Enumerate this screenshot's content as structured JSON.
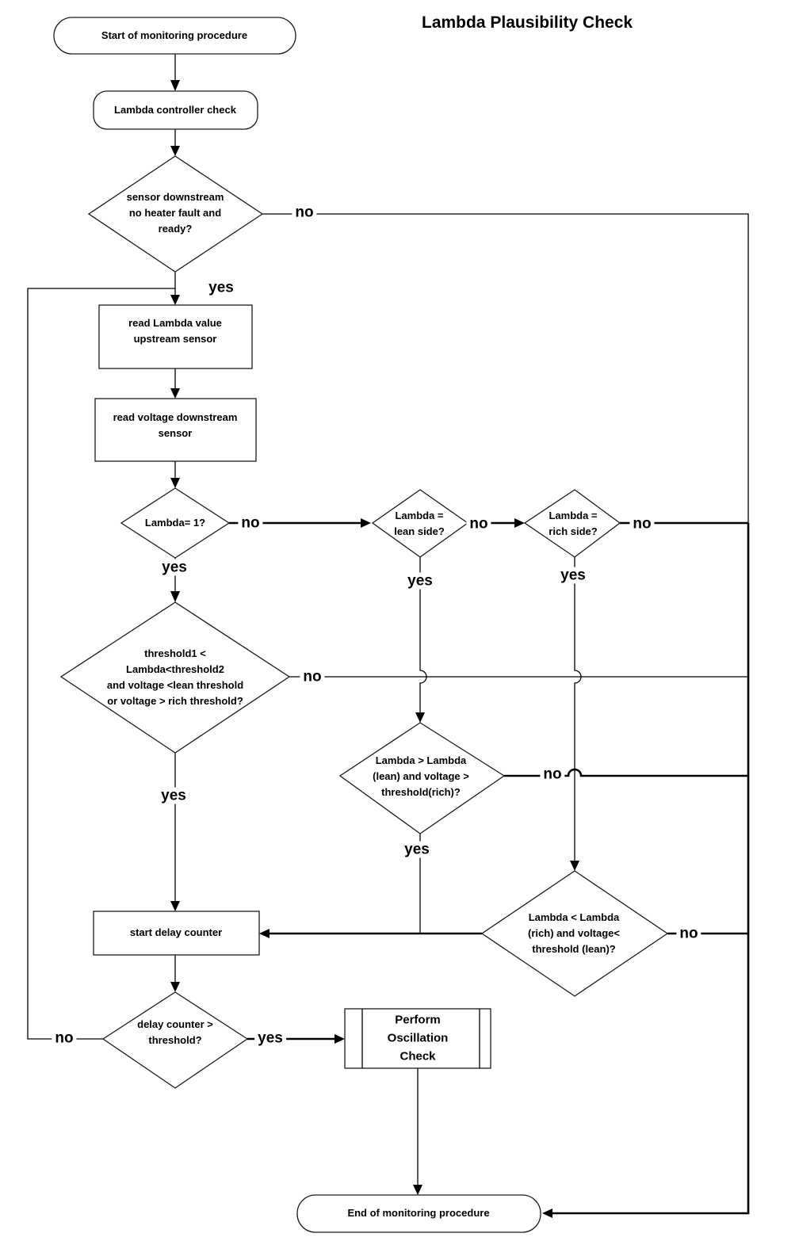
{
  "title": "Lambda Plausibility Check",
  "colors": {
    "line": "#000000",
    "text": "#000000",
    "background": "#ffffff"
  },
  "nodes": {
    "start": {
      "type": "terminator",
      "label": "Start of monitoring procedure"
    },
    "controller_check": {
      "type": "process",
      "label": "Lambda controller check"
    },
    "sensor_ready": {
      "type": "decision",
      "label": "sensor downstream\nno heater fault and\nready?"
    },
    "read_lambda": {
      "type": "process",
      "label": "read Lambda value\nupstream sensor"
    },
    "read_voltage": {
      "type": "process",
      "label": "read voltage downstream\nsensor"
    },
    "lambda_eq_1": {
      "type": "decision",
      "label": "Lambda= 1?"
    },
    "lambda_lean": {
      "type": "decision",
      "label": "Lambda =\nlean side?"
    },
    "lambda_rich": {
      "type": "decision",
      "label": "Lambda =\nrich side?"
    },
    "threshold_window": {
      "type": "decision",
      "label": "threshold1 <\nLambda<threshold2\nand voltage <lean threshold\nor voltage > rich threshold?"
    },
    "lambda_gt_lean": {
      "type": "decision",
      "label": "Lambda > Lambda\n(lean) and voltage >\nthreshold(rich)?"
    },
    "lambda_lt_rich": {
      "type": "decision",
      "label": "Lambda < Lambda\n(rich) and voltage<\nthreshold (lean)?"
    },
    "start_delay": {
      "type": "process",
      "label": "start delay counter"
    },
    "delay_check": {
      "type": "decision",
      "label": "delay counter >\nthreshold?"
    },
    "oscillation": {
      "type": "predefined-process",
      "label": "Perform\nOscillation\nCheck"
    },
    "end": {
      "type": "terminator",
      "label": "End of monitoring procedure"
    }
  },
  "edges": {
    "sensor_ready_no": "no",
    "sensor_ready_yes": "yes",
    "lambda_eq_1_no": "no",
    "lambda_eq_1_yes": "yes",
    "lambda_lean_no": "no",
    "lambda_lean_yes": "yes",
    "lambda_rich_no": "no",
    "lambda_rich_yes": "yes",
    "threshold_window_no": "no",
    "threshold_window_yes": "yes",
    "lambda_gt_lean_no": "no",
    "lambda_gt_lean_yes": "yes",
    "lambda_lt_rich_no": "no",
    "delay_check_no": "no",
    "delay_check_yes": "yes"
  }
}
